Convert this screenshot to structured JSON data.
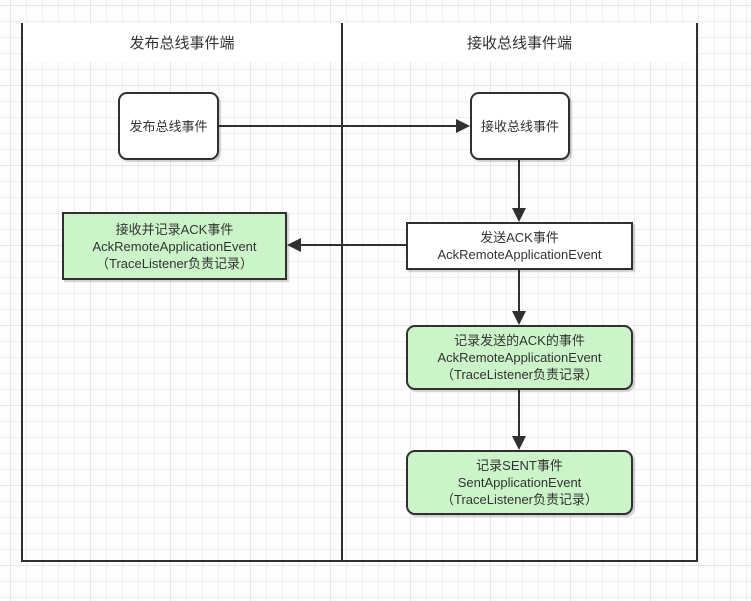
{
  "colors": {
    "background": "#fdfdfd",
    "grid_line": "#efefef",
    "grid_line_major": "#e6e6e6",
    "box_border": "#303030",
    "arrow": "#303030",
    "green_fill": "#cbf4c8",
    "white_fill": "#ffffff",
    "text": "#333333"
  },
  "lanes": [
    {
      "title": "发布总线事件端"
    },
    {
      "title": "接收总线事件端"
    }
  ],
  "nodes": {
    "publish_bus_event": {
      "line1": "发布总线事件"
    },
    "receive_bus_event": {
      "line1": "接收总线事件"
    },
    "send_ack_event": {
      "line1": "发送ACK事件",
      "line2": "AckRemoteApplicationEvent"
    },
    "record_received_ack": {
      "line1": "接收并记录ACK事件",
      "line2": "AckRemoteApplicationEvent",
      "line3": "（TraceListener负责记录）"
    },
    "record_sent_ack": {
      "line1": "记录发送的ACK的事件",
      "line2": "AckRemoteApplicationEvent",
      "line3": "（TraceListener负责记录）"
    },
    "record_sent_event": {
      "line1": "记录SENT事件",
      "line2": "SentApplicationEvent",
      "line3": "（TraceListener负责记录）"
    }
  },
  "edges": [
    {
      "from": "publish_bus_event",
      "to": "receive_bus_event"
    },
    {
      "from": "receive_bus_event",
      "to": "send_ack_event"
    },
    {
      "from": "send_ack_event",
      "to": "record_received_ack"
    },
    {
      "from": "send_ack_event",
      "to": "record_sent_ack"
    },
    {
      "from": "record_sent_ack",
      "to": "record_sent_event"
    }
  ]
}
